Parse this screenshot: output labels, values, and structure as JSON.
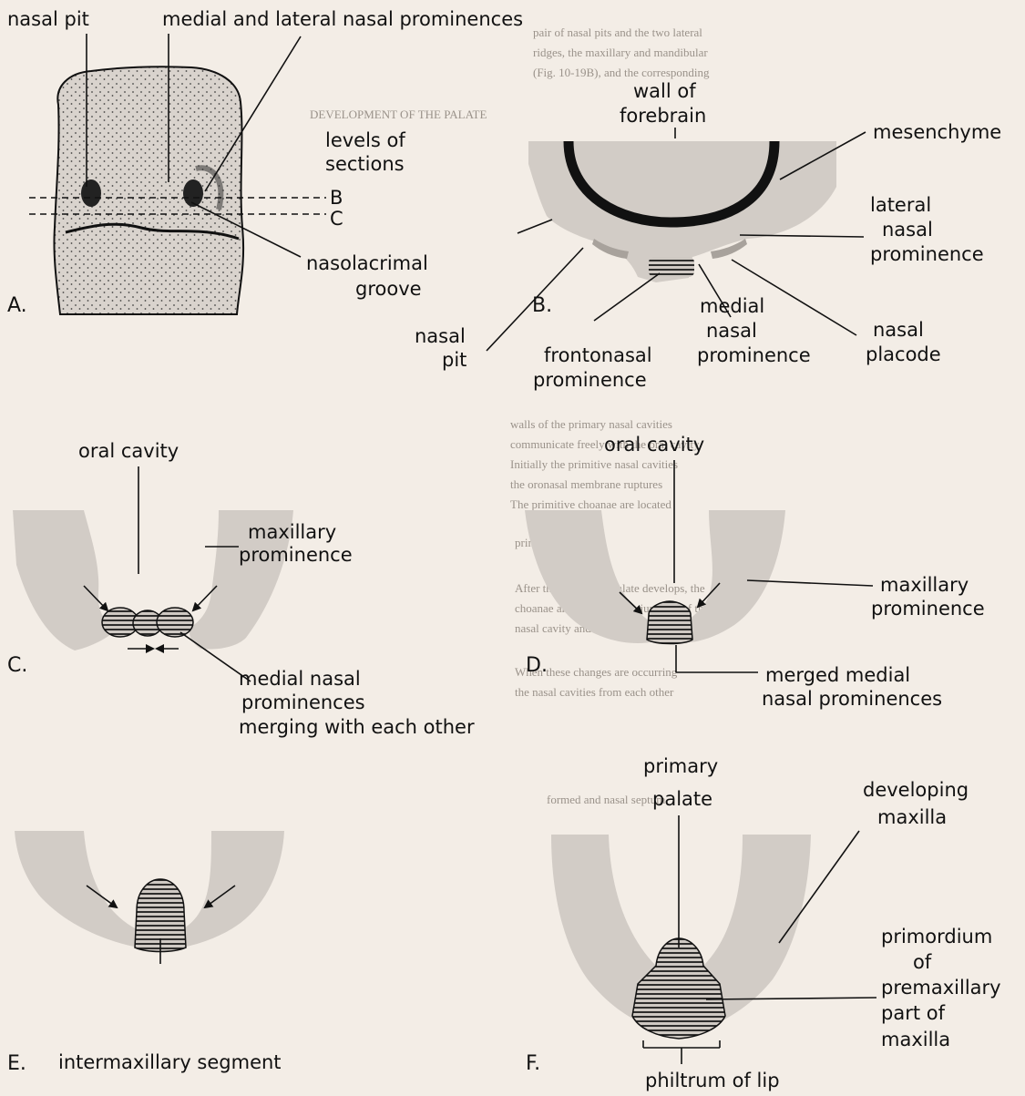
{
  "background_text": [
    "pair of nasal pits and the two lateral",
    "ridges, the maxillary and mandibular",
    "(Fig. 10-19B), and the corresponding",
    "DEVELOPMENT OF THE PALATE",
    "walls of the primary nasal cavities",
    "communicate freely with the oral cavity",
    "Initially the primitive nasal cavities",
    "the oronasal membrane ruptures",
    "The primitive choanae are located",
    "primary palate.",
    "After the secondary palate develops, the",
    "choanae are located at the junction of the",
    "nasal cavity and the pharynx.",
    "When these changes are occurring",
    "the nasal cavities from each other",
    "formed and nasal septum"
  ],
  "panels": {
    "a": {
      "letter": "A.",
      "nasal_pit": "nasal pit",
      "prominences": "medial and lateral nasal prominences",
      "levels_1": "levels of",
      "levels_2": "sections",
      "level_b": "B",
      "level_c": "C",
      "groove_1": "nasolacrimal",
      "groove_2": "groove"
    },
    "b": {
      "letter": "B.",
      "wall_1": "wall of",
      "wall_2": "forebrain",
      "mesenchyme": "mesenchyme",
      "lateral_1": "lateral",
      "lateral_2": "nasal",
      "lateral_3": "prominence",
      "medial_1": "medial",
      "medial_2": "nasal",
      "medial_3": "prominence",
      "placode_1": "nasal",
      "placode_2": "placode",
      "pit_1": "nasal",
      "pit_2": "pit",
      "fronto_1": "frontonasal",
      "fronto_2": "prominence"
    },
    "c": {
      "letter": "C.",
      "oral": "oral cavity",
      "max_1": "maxillary",
      "max_2": "prominence",
      "merge_1": "medial nasal",
      "merge_2": "prominences",
      "merge_3": "merging with each other"
    },
    "d": {
      "letter": "D.",
      "oral": "oral cavity",
      "max_1": "maxillary",
      "max_2": "prominence",
      "merged_1": "merged medial",
      "merged_2": "nasal prominences"
    },
    "e": {
      "letter": "E.",
      "segment": "intermaxillary segment"
    },
    "f": {
      "letter": "F.",
      "primary_1": "primary",
      "primary_2": "palate",
      "developing_1": "developing",
      "developing_2": "maxilla",
      "prim_1": "primordium",
      "prim_2": "of",
      "prim_3": "premaxillary",
      "prim_4": "part of",
      "prim_5": "maxilla",
      "philtrum": "philtrum of lip"
    }
  },
  "colors": {
    "background": "#f3ede6",
    "tissue": "#d2ccc6",
    "ink": "#111111"
  }
}
